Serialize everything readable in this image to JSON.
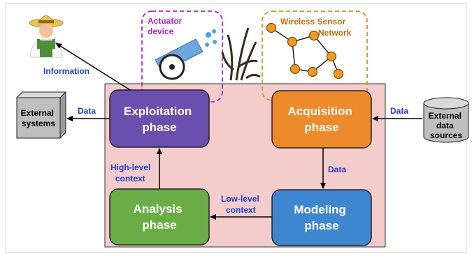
{
  "phases": {
    "exploitation": [
      "Exploitation",
      "phase"
    ],
    "acquisition": [
      "Acquisition",
      "phase"
    ],
    "analysis": [
      "Analysis",
      "phase"
    ],
    "modeling": [
      "Modeling",
      "phase"
    ]
  },
  "external_systems": [
    "External",
    "systems"
  ],
  "external_sources": [
    "External",
    "data",
    "sources"
  ],
  "actuator": [
    "Actuator",
    "device"
  ],
  "wsn": [
    "Wireless Sensor",
    "Network"
  ],
  "edges": {
    "information": "Information",
    "data_out": "Data",
    "data_in": "Data",
    "data_mid": "Data",
    "high_level": [
      "High-level",
      "context"
    ],
    "low_level": [
      "Low-level",
      "context"
    ]
  },
  "colors": {
    "exploitation": "#6a4fae",
    "acquisition": "#ec8a2c",
    "analysis": "#6aad47",
    "modeling": "#3e86cf",
    "panel": "#f5cccc",
    "actuator_border": "#b11fd6",
    "wsn_border": "#e68a1f",
    "label_blue": "#1f3fd8"
  }
}
